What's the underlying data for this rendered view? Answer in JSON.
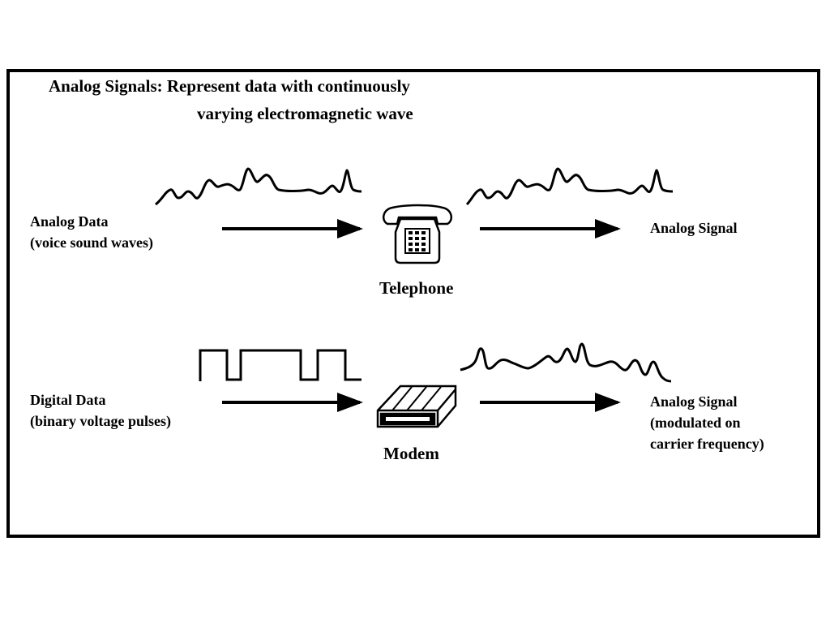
{
  "title": {
    "line1": "Analog Signals: Represent data with continuously",
    "line2": "varying electromagnetic wave"
  },
  "row_analog": {
    "input_label_line1": "Analog Data",
    "input_label_line2": "(voice sound waves)",
    "device_label": "Telephone",
    "device_icon": "telephone-icon",
    "output_label": "Analog Signal"
  },
  "row_digital": {
    "input_label_line1": "Digital Data",
    "input_label_line2": "(binary voltage pulses)",
    "device_label": "Modem",
    "device_icon": "modem-icon",
    "output_label_line1": "Analog Signal",
    "output_label_line2": "(modulated on",
    "output_label_line3": "carrier frequency)"
  }
}
